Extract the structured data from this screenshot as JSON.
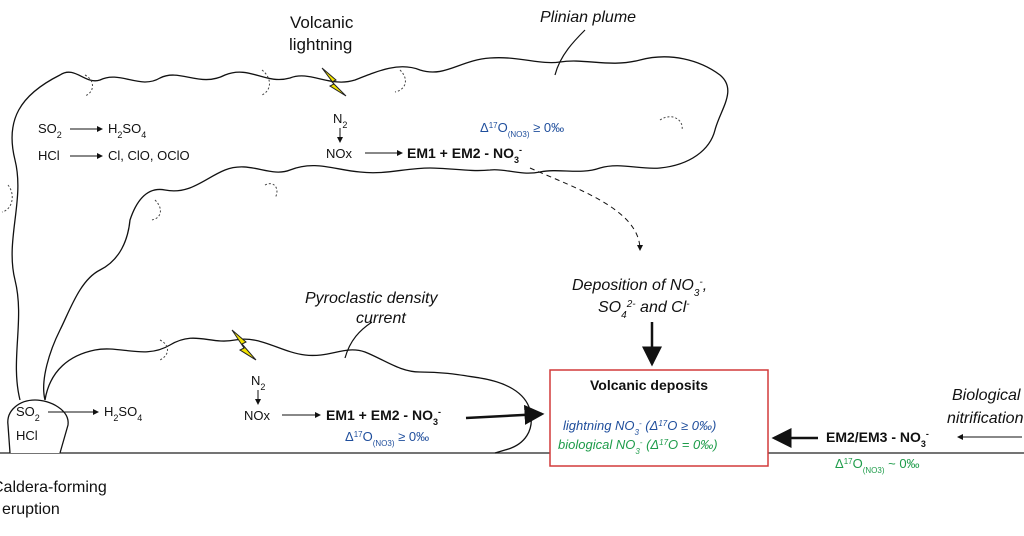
{
  "labels": {
    "volcanic_lightning_1": "Volcanic",
    "volcanic_lightning_2": "lightning",
    "plinian_plume": "Plinian plume",
    "pdc_1": "Pyroclastic density",
    "pdc_2": "current",
    "caldera_1": "Caldera-forming",
    "caldera_2": "eruption",
    "deposition_1": "Deposition of NO",
    "deposition_2a": "SO",
    "deposition_2b": " and Cl",
    "biological_1": "Biological",
    "biological_2": "nitrification"
  },
  "plume": {
    "so2": "SO",
    "h2so4": "H",
    "hcl": "HCl",
    "hcl_products": "Cl, ClO, OClO",
    "n2": "N",
    "nox": "NOx",
    "em_nitrate": "EM1 + EM2 - NO",
    "delta": "Δ",
    "delta_sub": "(NO3)",
    "delta_rel": " ≥ 0‰"
  },
  "pdc": {
    "n2": "N",
    "nox": "NOx",
    "em_nitrate": "EM1 + EM2 - NO",
    "delta": "Δ",
    "delta_sub": "(NO3)",
    "delta_rel": " ≥ 0‰"
  },
  "vent": {
    "so2": "SO",
    "hcl": "HCl",
    "h2so4": "H"
  },
  "deposits": {
    "title": "Volcanic deposits",
    "lightning_line": "lightning NO",
    "lightning_cond": " (Δ",
    "lightning_rel": "O ≥ 0‰)",
    "bio_line": "biological NO",
    "bio_cond": " (Δ",
    "bio_rel": "O = 0‰)"
  },
  "soil": {
    "em_nitrate": "EM2/EM3 - NO",
    "delta": "Δ",
    "delta_sub": "(NO3)",
    "delta_rel": " ~ 0‰"
  },
  "colors": {
    "blue": "#1f4e9c",
    "green": "#1e9c4a",
    "box_border": "#d23a3a",
    "lightning": "#f2e200"
  }
}
